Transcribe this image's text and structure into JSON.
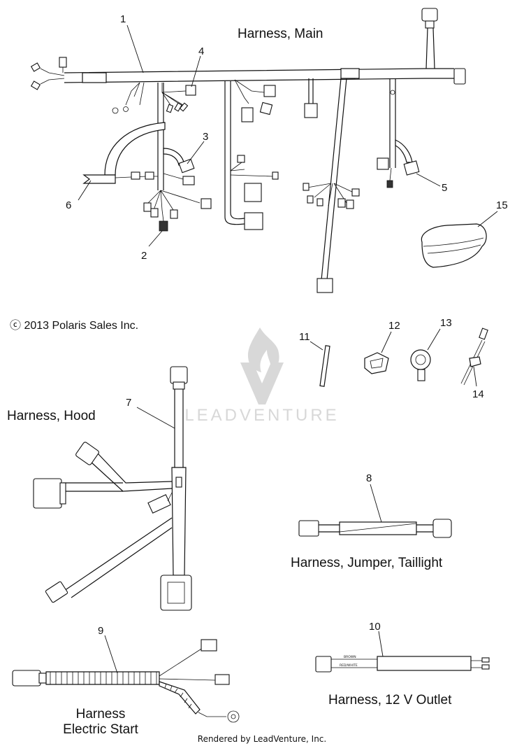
{
  "titles": {
    "main": "Harness, Main",
    "hood": "Harness, Hood",
    "jumper": "Harness, Jumper, Taillight",
    "outlet": "Harness, 12 V Outlet",
    "electric_start_line1": "Harness",
    "electric_start_line2": "Electric Start"
  },
  "copyright": "ⓒ 2013 Polaris Sales Inc.",
  "footer": "Rendered by LeadVenture, Inc.",
  "watermark": "LEADVENTURE",
  "wire_labels": {
    "brown": "BROWN",
    "red_white": "RED/WHITE"
  },
  "callouts": {
    "c1": "1",
    "c2": "2",
    "c3": "3",
    "c4": "4",
    "c5": "5",
    "c6": "6",
    "c7": "7",
    "c8": "8",
    "c9": "9",
    "c10": "10",
    "c11": "11",
    "c12": "12",
    "c13": "13",
    "c14": "14",
    "c15": "15"
  }
}
